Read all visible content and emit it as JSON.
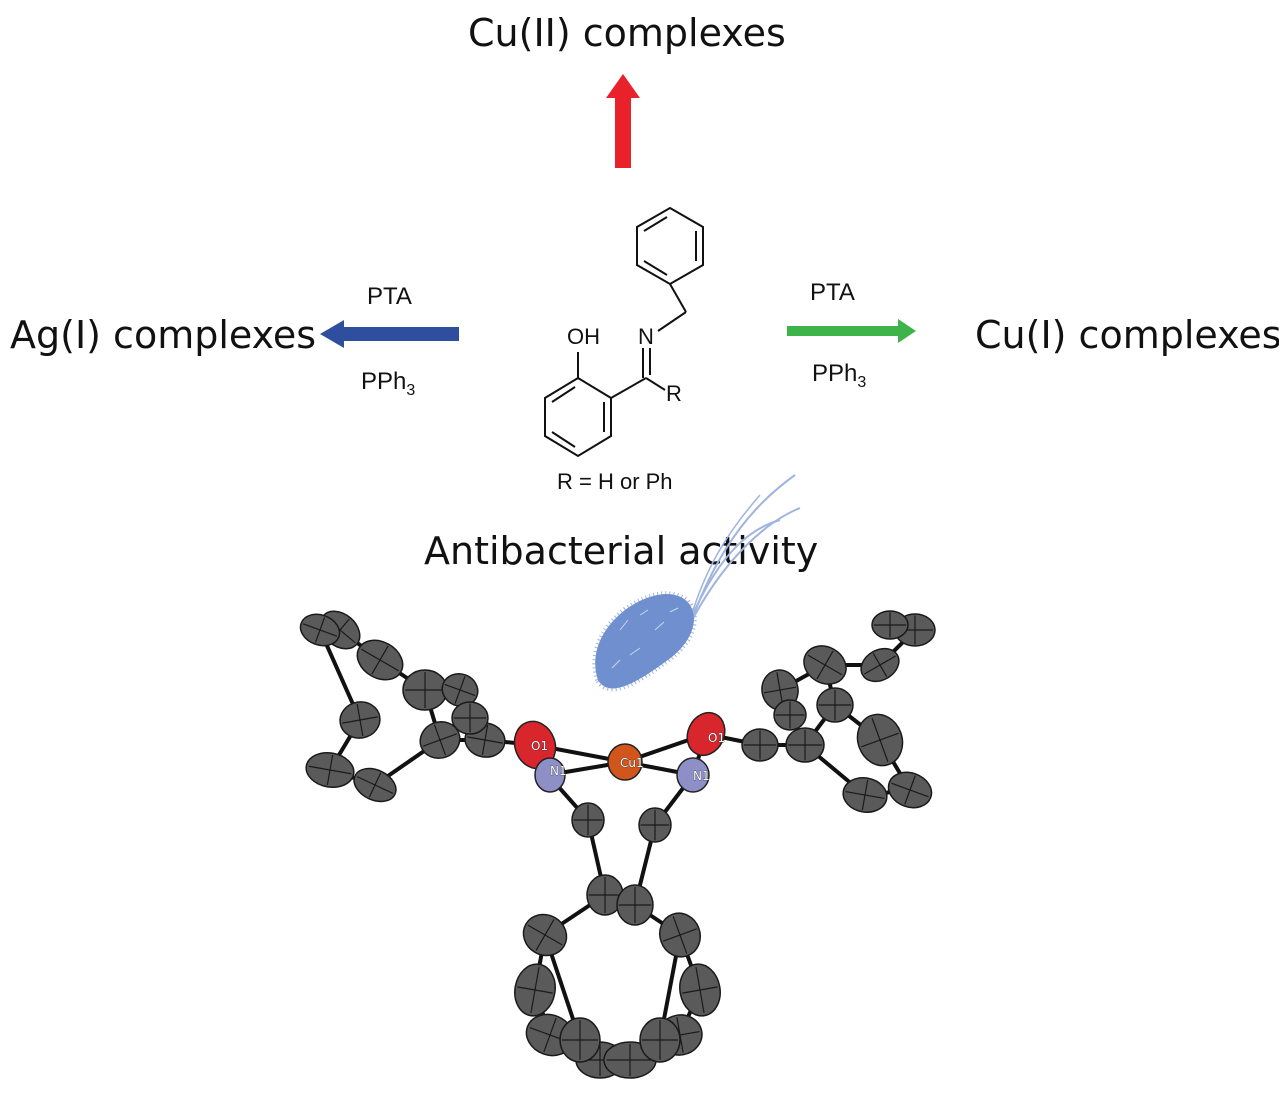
{
  "top": {
    "label": "Cu(II) complexes",
    "arrow_color": "#e8212b"
  },
  "left": {
    "label": "Ag(I) complexes",
    "reagent_top": "PTA",
    "reagent_bottom": "PPh",
    "reagent_bottom_sub": "3",
    "arrow_color": "#2f4f9e"
  },
  "right": {
    "label": "Cu(I) complexes",
    "reagent_top": "PTA",
    "reagent_bottom": "PPh",
    "reagent_bottom_sub": "3",
    "arrow_color": "#3db34a"
  },
  "ligand": {
    "oh": "OH",
    "n": "N",
    "r": "R",
    "caption": "R = H or Ph"
  },
  "activity": {
    "label": "Antibacterial activity",
    "bacterium_color": "#6f8fcf"
  },
  "crystal": {
    "atom_labels": {
      "o_left": "O1",
      "n_left": "N1",
      "cu": "Cu1",
      "o_right": "O1",
      "n_right": "N1"
    },
    "colors": {
      "carbon": "#5a5a5a",
      "oxygen": "#d8262c",
      "nitrogen": "#8d8fc6",
      "copper": "#d1561c",
      "bond": "#111111"
    }
  }
}
